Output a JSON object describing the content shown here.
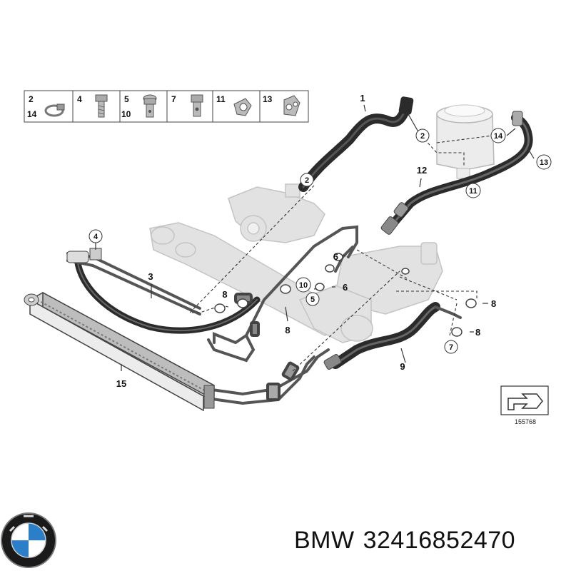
{
  "legend": {
    "cells": [
      {
        "numbers": [
          "2",
          "14"
        ],
        "icon": "hose-clamp-icon"
      },
      {
        "numbers": [
          "4"
        ],
        "icon": "hex-bolt-icon"
      },
      {
        "numbers": [
          "5",
          "10"
        ],
        "icon": "banjo-bolt-icon"
      },
      {
        "numbers": [
          "7"
        ],
        "icon": "hollow-bolt-icon"
      },
      {
        "numbers": [
          "11"
        ],
        "icon": "line-clip-icon"
      },
      {
        "numbers": [
          "13"
        ],
        "icon": "double-clip-icon"
      }
    ]
  },
  "callouts": {
    "c1": "1",
    "c2a": "2",
    "c2b": "2",
    "c3": "3",
    "c4": "4",
    "c5": "5",
    "c6a": "6",
    "c6b": "6",
    "c7": "7",
    "c8a": "8",
    "c8b": "8",
    "c8c": "8",
    "c8d": "8",
    "c9": "9",
    "c10": "10",
    "c11": "11",
    "c12": "12",
    "c13": "13",
    "c14": "14",
    "c15": "15"
  },
  "reference_number": "155768",
  "footer": {
    "brand": "BMW",
    "part_number": "32416852470"
  },
  "colors": {
    "hose": "#2b2b2b",
    "metal_line": "#555555",
    "ghost_part": "#d8d8d8",
    "bmw_blue": "#2a7fc8"
  }
}
